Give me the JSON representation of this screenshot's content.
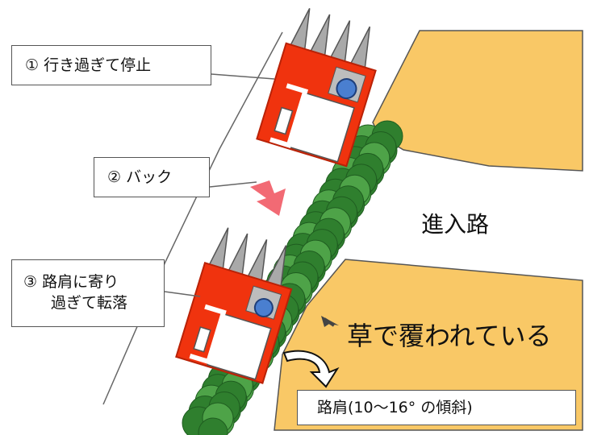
{
  "labels": {
    "step1": "① 行き過ぎて停止",
    "step2": "② バック",
    "step3_line1": "③ 路肩に寄り",
    "step3_line2": "過ぎて転落",
    "road": "進入路",
    "grass": "草で覆われている",
    "shoulder": "路肩(10〜16° の傾斜)"
  },
  "colors": {
    "field": "#f9c866",
    "grass": "#2f7f2e",
    "grass_light": "#4ea348",
    "machine": "#f0330e",
    "machine_dark": "#b92207",
    "cab": "#ffffff",
    "operator": "#4a7fd0",
    "tines": "#a9a9a9",
    "back_arrow": "#f26a74",
    "outline": "#555555"
  },
  "icons": {
    "back_arrow": "down-arrow-icon",
    "grass_pointer": "pointer-arrow-icon",
    "fall_arrow": "curved-arrow-icon"
  }
}
